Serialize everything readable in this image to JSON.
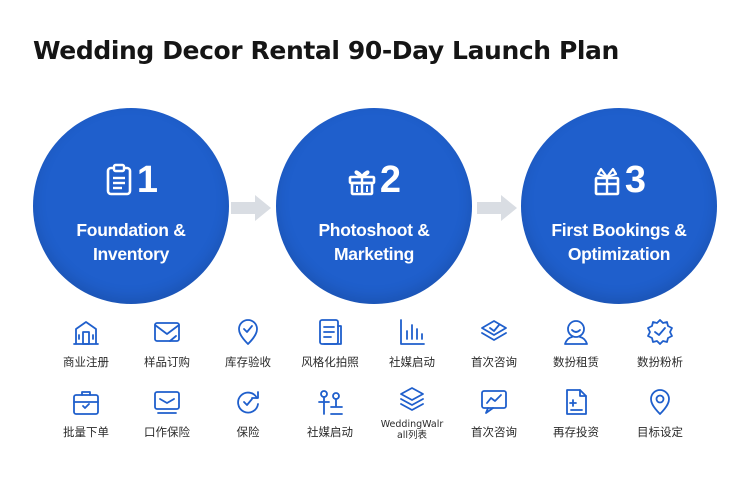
{
  "title": "Wedding Decor Rental 90-Day Launch Plan",
  "phases": [
    {
      "number": "1",
      "name_line1": "Foundation &",
      "name_line2": "Inventory",
      "icon": "clipboard-icon"
    },
    {
      "number": "2",
      "name_line1": "Photoshoot &",
      "name_line2": "Marketing",
      "icon": "gift-box-icon"
    },
    {
      "number": "3",
      "name_line1": "First Bookings &",
      "name_line2": "Optimization",
      "icon": "gift-icon"
    }
  ],
  "colors": {
    "accent": "#1f5fcc",
    "arrow": "#d9dde3",
    "title": "#151515"
  },
  "row1": [
    {
      "label": "商业注册",
      "icon": "building-icon"
    },
    {
      "label": "样品订购",
      "icon": "envelope-icon"
    },
    {
      "label": "库存验收",
      "icon": "location-check-icon"
    },
    {
      "label": "风格化拍照",
      "icon": "document-icon"
    },
    {
      "label": "社媒启动",
      "icon": "bar-chart-icon"
    },
    {
      "label": "首次咨询",
      "icon": "layers-icon"
    },
    {
      "label": "数扮租赁",
      "icon": "person-icon"
    },
    {
      "label": "数扮粉析",
      "icon": "badge-check-icon"
    }
  ],
  "row2": [
    {
      "label": "批量下单",
      "icon": "briefcase-icon"
    },
    {
      "label": "口作保险",
      "icon": "monitor-icon"
    },
    {
      "label": "保险",
      "icon": "refresh-icon"
    },
    {
      "label": "社媒启动",
      "icon": "community-icon"
    },
    {
      "label_line1": "WeddingWalr",
      "label_line2": "all列表",
      "icon": "stack-icon"
    },
    {
      "label": "首次咨询",
      "icon": "chart-chat-icon"
    },
    {
      "label": "再存投资",
      "icon": "invoice-icon"
    },
    {
      "label": "目标设定",
      "icon": "map-pin-icon"
    }
  ]
}
